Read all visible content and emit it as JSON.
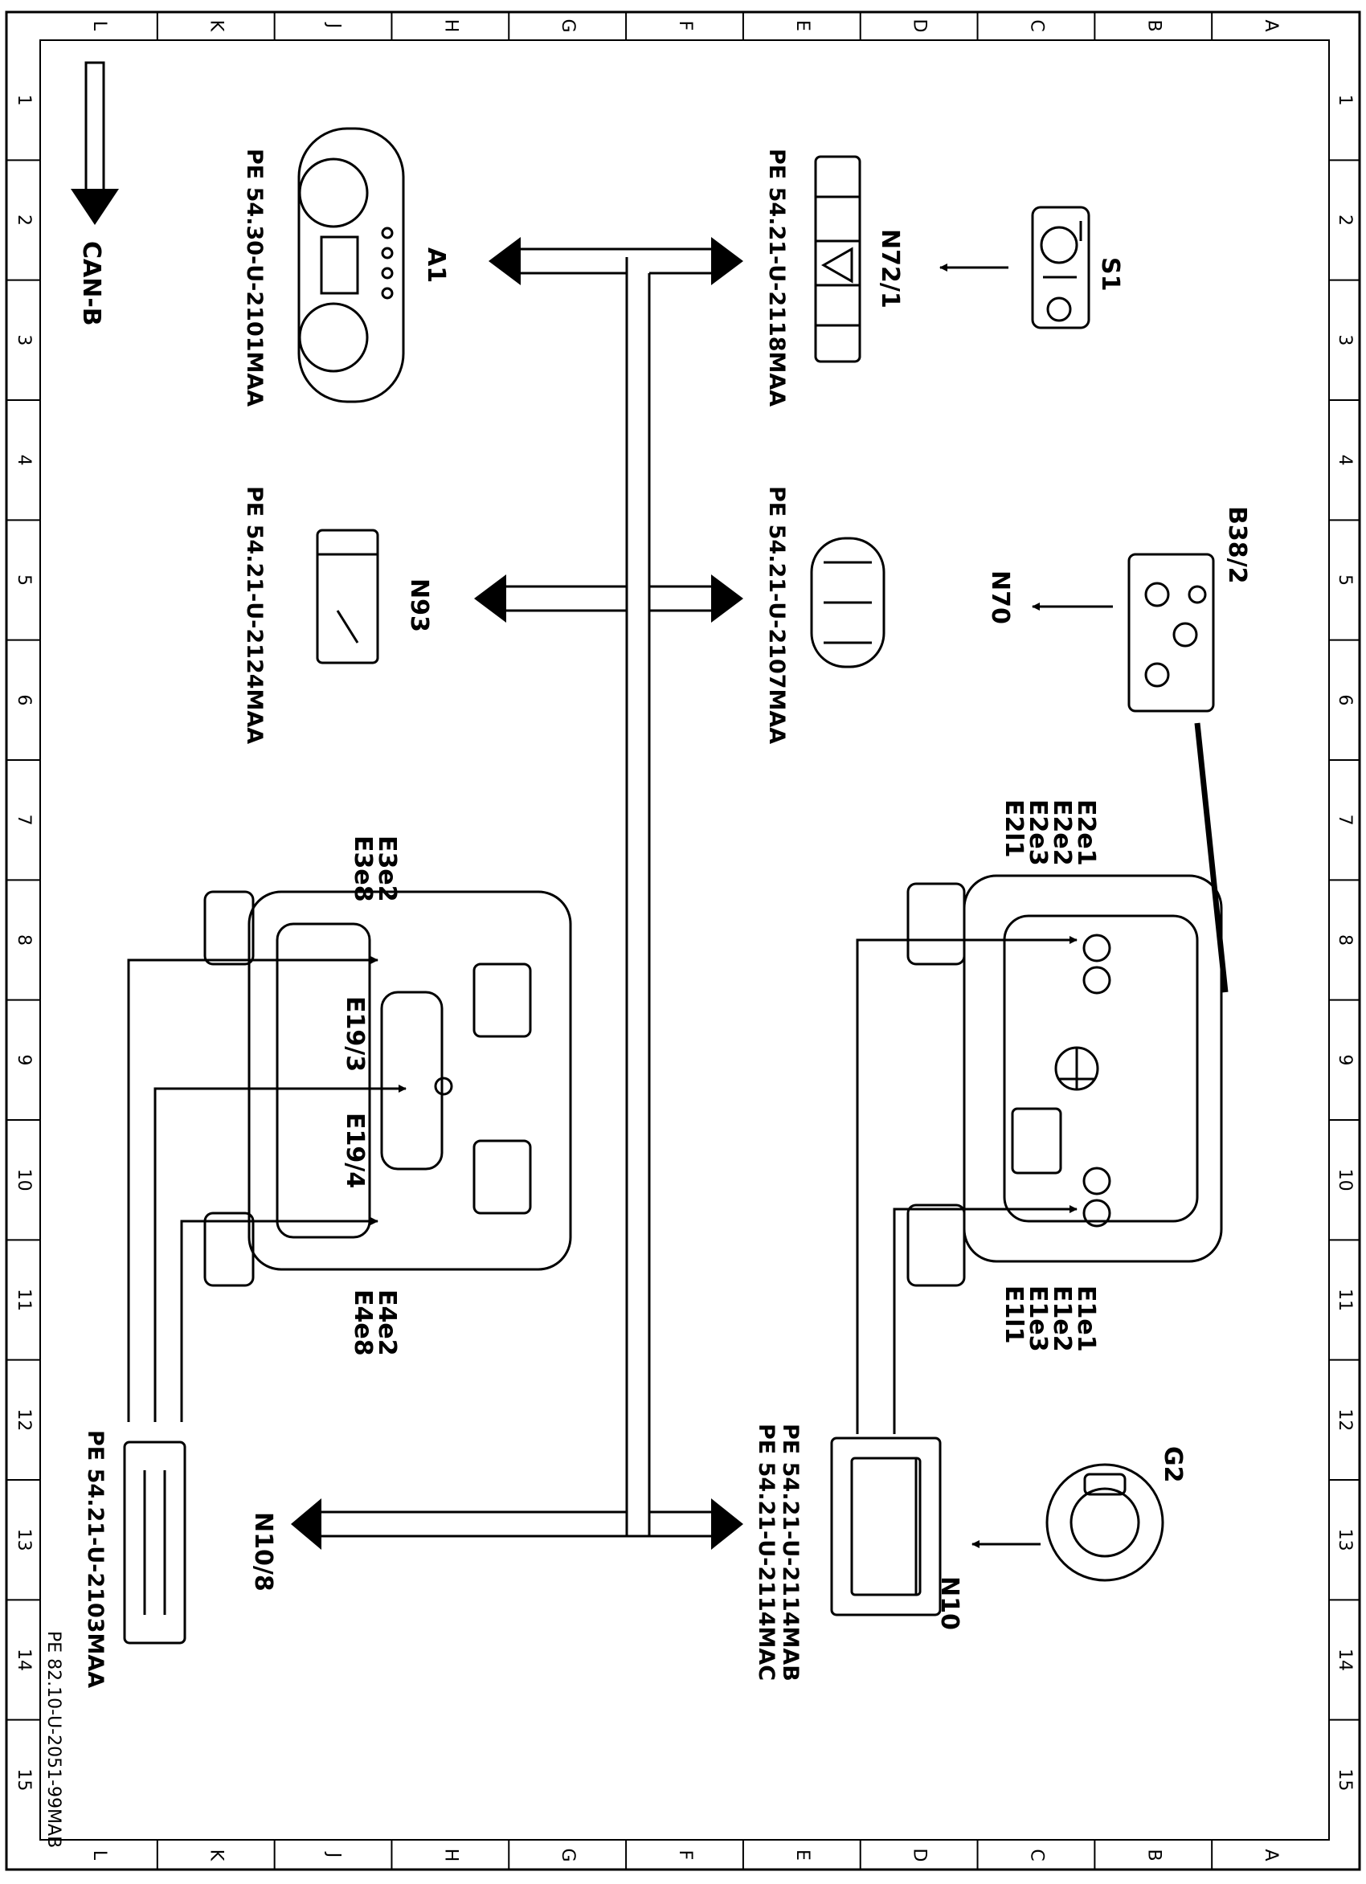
{
  "frame": {
    "letters": [
      "L",
      "K",
      "J",
      "H",
      "G",
      "F",
      "E",
      "D",
      "C",
      "B",
      "A"
    ],
    "numbers": [
      "1",
      "2",
      "3",
      "4",
      "5",
      "6",
      "7",
      "8",
      "9",
      "10",
      "11",
      "12",
      "13",
      "14",
      "15"
    ]
  },
  "legend": {
    "can_bus": "CAN-B"
  },
  "components": {
    "s1": "S1",
    "n72_1": "N72/1",
    "a1": "A1",
    "b38_2": "B38/2",
    "n70": "N70",
    "n93": "N93",
    "front_left_lamps": [
      "E2e1",
      "E2e2",
      "E2e3",
      "E2l1"
    ],
    "front_right_lamps": [
      "E1e1",
      "E1e2",
      "E1e3",
      "E1l1"
    ],
    "rear_left_lamps": [
      "E3e2",
      "E3e8"
    ],
    "rear_right_lamps": [
      "E4e2",
      "E4e8"
    ],
    "e19_3": "E19/3",
    "e19_4": "E19/4",
    "g2": "G2",
    "n10": "N10",
    "n10_8": "N10/8"
  },
  "references": {
    "n72_1": "PE  54.21-U-2118MAA",
    "a1": "PE  54.30-U-2101MAA",
    "n70": "PE  54.21-U-2107MAA",
    "n93": "PE  54.21-U-2124MAA",
    "n10_a": "PE  54.21-U-2114MAB",
    "n10_b": "PE  54.21-U-2114MAC",
    "n10_8": "PE  54.21-U-2103MAA"
  },
  "document_id": "PE 82.10-U-2051-99MAB"
}
